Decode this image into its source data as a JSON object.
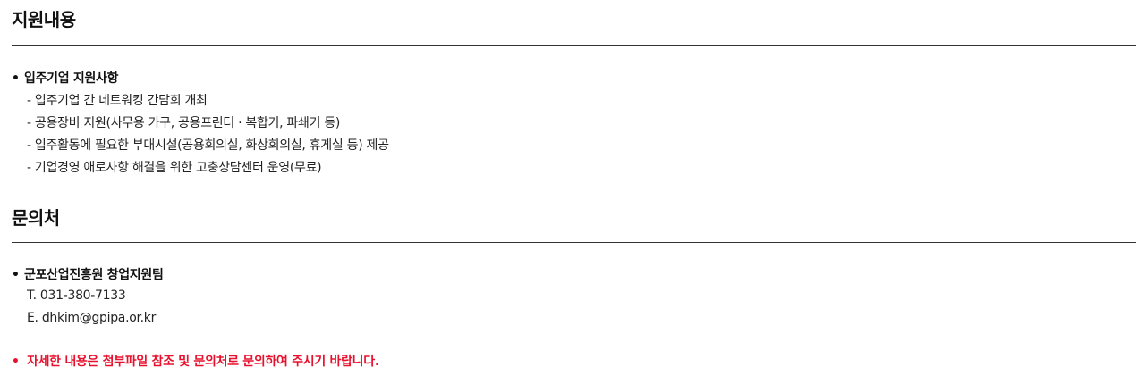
{
  "support": {
    "title": "지원내용",
    "head": "입주기업 지원사항",
    "items": [
      "- 입주기업 간 네트워킹 간담회 개최",
      "- 공용장비 지원(사무용 가구, 공용프린터 · 복합기, 파쇄기 등)",
      "- 입주활동에 필요한 부대시설(공용회의실, 화상회의실, 휴게실 등) 제공",
      "- 기업경영 애로사항 해결을 위한 고충상담센터 운영(무료)"
    ]
  },
  "contact": {
    "title": "문의처",
    "head": "군포산업진흥원 창업지원팀",
    "phone": "T. 031-380-7133",
    "email": "E. dhkim@gpipa.or.kr"
  },
  "notice": {
    "text": "자세한 내용은 첨부파일 참조 및 문의처로 문의하여 주시기 바랍니다.",
    "color": "#e8112d"
  },
  "bullet": "•"
}
